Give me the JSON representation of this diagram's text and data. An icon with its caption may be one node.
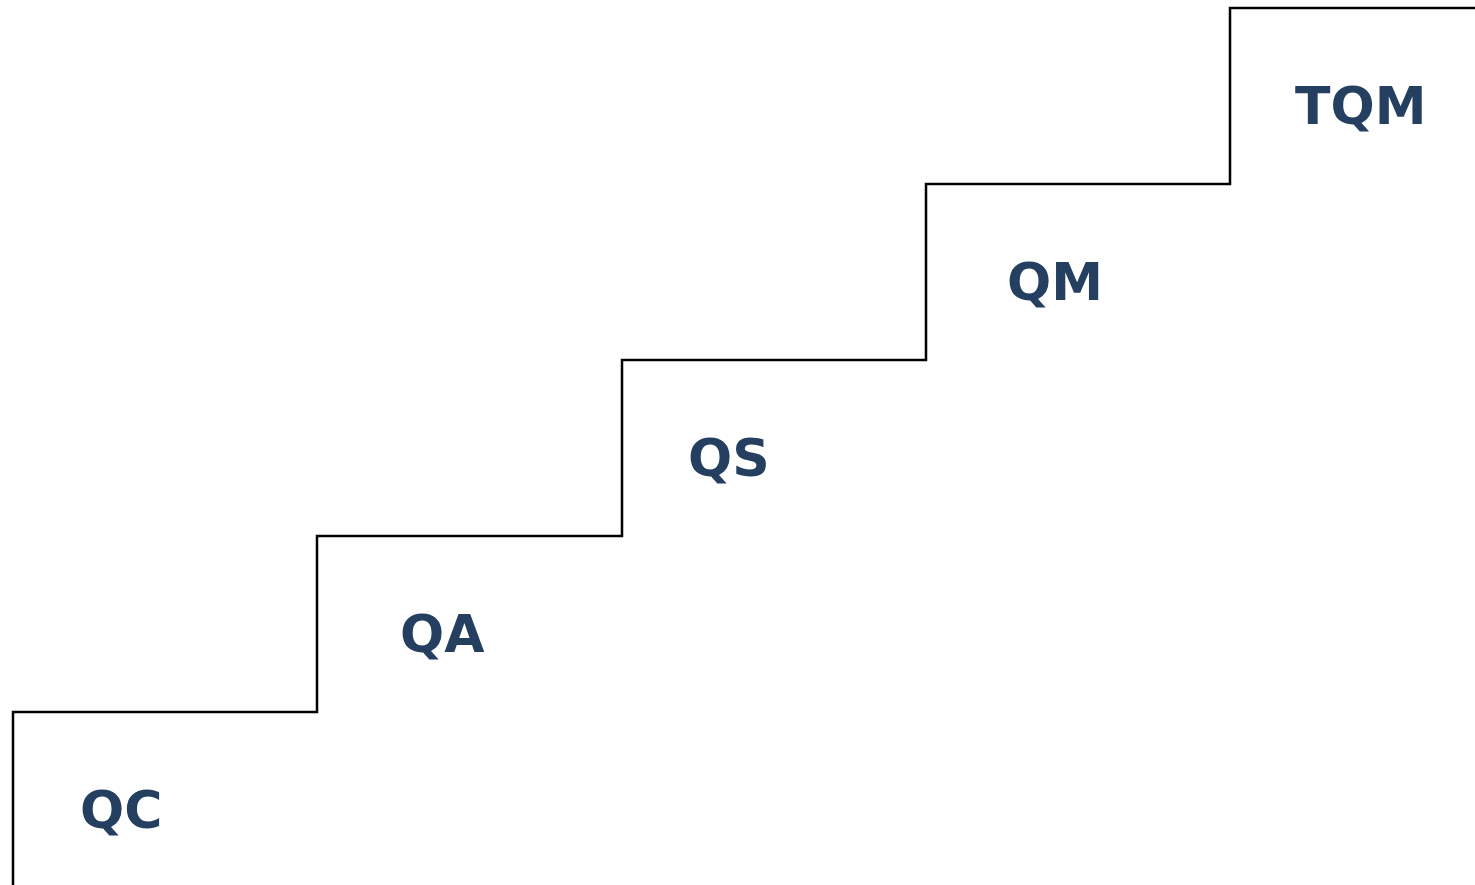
{
  "diagram": {
    "labels": [
      "TQM",
      "QM",
      "QS",
      "QA",
      "QC"
    ]
  }
}
